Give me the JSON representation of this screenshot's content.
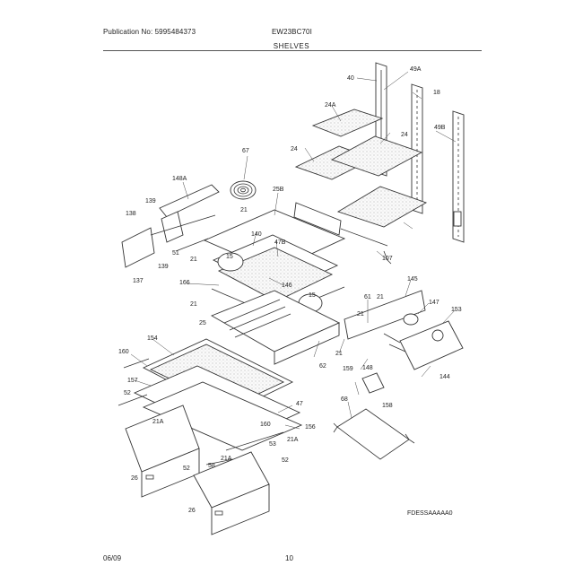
{
  "header": {
    "publication": "Publication No: 5995484373",
    "model": "EW23BC70I",
    "section": "SHELVES"
  },
  "footer": {
    "date": "06/09",
    "page": "10",
    "diagram_code": "FDESSAAAAA0"
  },
  "callouts": [
    "40",
    "49A",
    "18",
    "24A",
    "24",
    "49B",
    "24",
    "67",
    "148A",
    "25B",
    "139",
    "138",
    "21",
    "140",
    "47B",
    "51",
    "21",
    "139",
    "137",
    "107",
    "15",
    "166",
    "146",
    "15",
    "61",
    "21",
    "145",
    "21",
    "147",
    "153",
    "21",
    "159",
    "25",
    "154",
    "160",
    "157",
    "52",
    "21A",
    "47",
    "156",
    "160",
    "148",
    "158",
    "144",
    "68",
    "26",
    "21A",
    "53",
    "52",
    "58",
    "21A",
    "52",
    "26",
    "62",
    "21"
  ]
}
